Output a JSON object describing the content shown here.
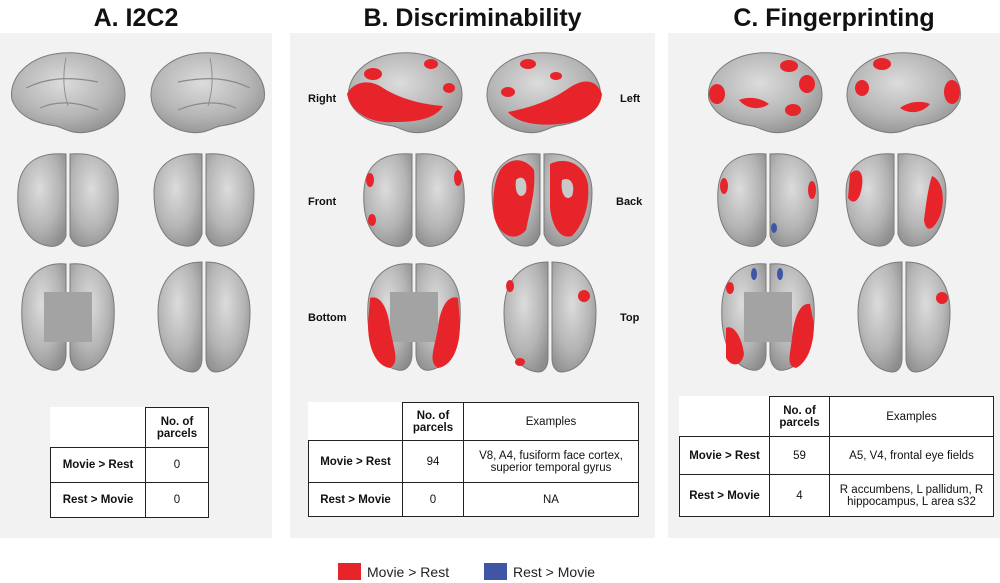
{
  "panels": {
    "a": {
      "title": "A. I2C2",
      "table": {
        "header": "No. of parcels",
        "rows": [
          {
            "label": "Movie > Rest",
            "parcels": "0"
          },
          {
            "label": "Rest > Movie",
            "parcels": "0"
          }
        ]
      }
    },
    "b": {
      "title": "B. Discriminability",
      "labels": {
        "right": "Right",
        "left": "Left",
        "front": "Front",
        "back": "Back",
        "bottom": "Bottom",
        "top": "Top"
      },
      "table": {
        "header": "No. of parcels",
        "examples_header": "Examples",
        "rows": [
          {
            "label": "Movie > Rest",
            "parcels": "94",
            "examples": "V8, A4, fusiform face cortex, superior temporal gyrus"
          },
          {
            "label": "Rest > Movie",
            "parcels": "0",
            "examples": "NA"
          }
        ]
      }
    },
    "c": {
      "title": "C. Fingerprinting",
      "table": {
        "header": "No. of parcels",
        "examples_header": "Examples",
        "rows": [
          {
            "label": "Movie > Rest",
            "parcels": "59",
            "examples": "A5, V4, frontal eye fields"
          },
          {
            "label": "Rest > Movie",
            "parcels": "4",
            "examples": "R accumbens, L pallidum, R hippocampus, L area s32"
          }
        ]
      }
    }
  },
  "legend": {
    "items": [
      {
        "label": "Movie > Rest",
        "color": "#e8242b"
      },
      {
        "label": "Rest > Movie",
        "color": "#3f55a6"
      }
    ]
  },
  "colors": {
    "brain": "#b9b9b9",
    "highlight": "#e8242b",
    "rest_highlight": "#3f55a6",
    "panel_bg": "#f2f2f2"
  }
}
